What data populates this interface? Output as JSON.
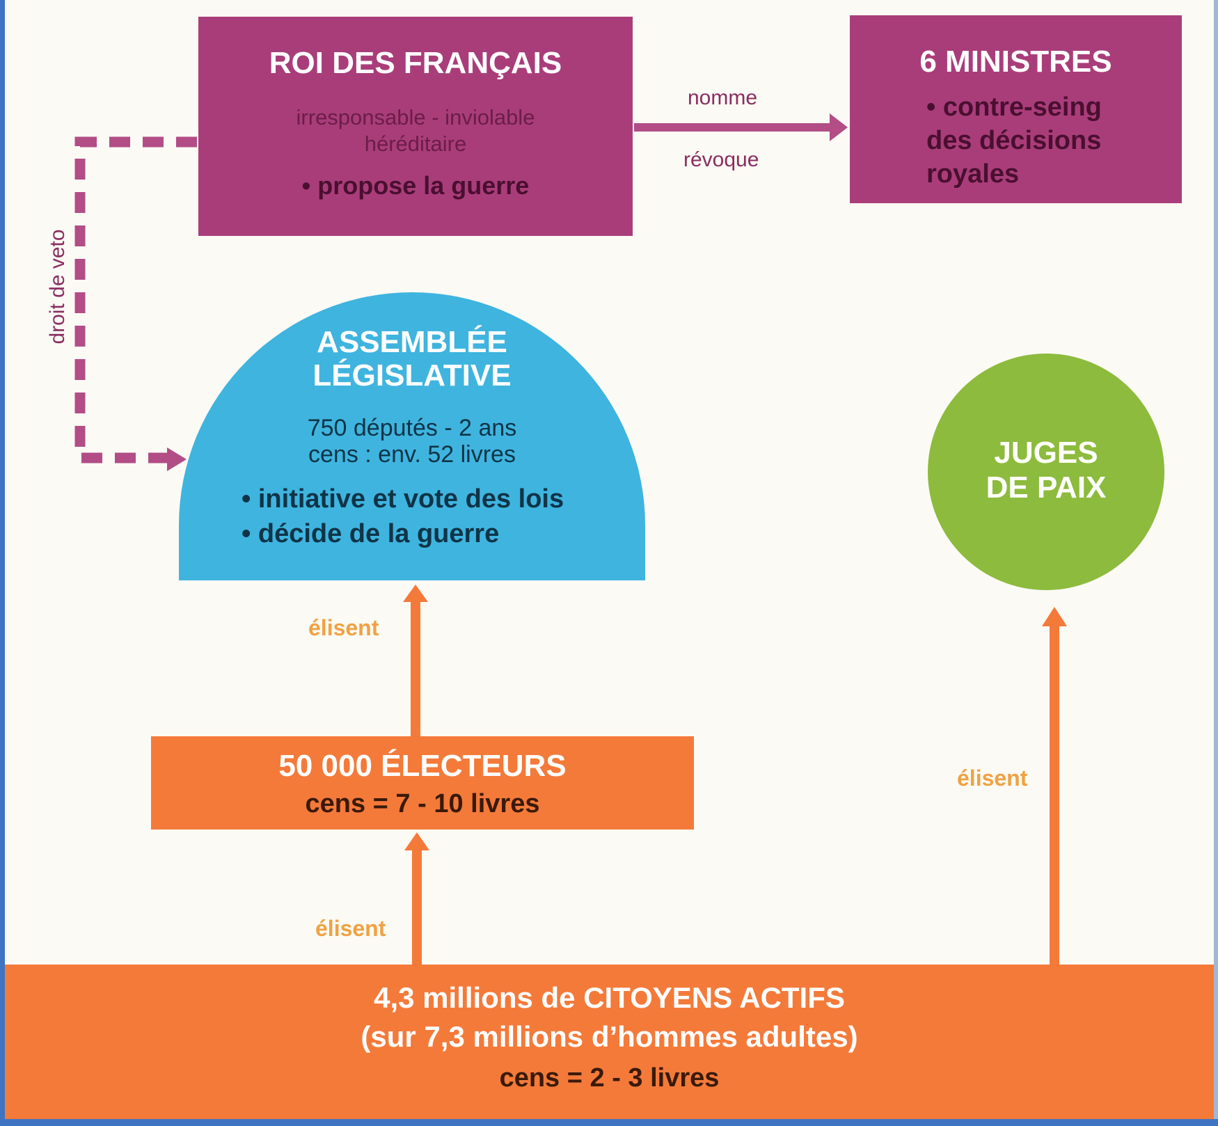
{
  "roi": {
    "title": "ROI DES FRANÇAIS",
    "sub1": "irresponsable - inviolable",
    "sub2": "héréditaire",
    "bullet": "• propose la guerre"
  },
  "ministres": {
    "title": "6 MINISTRES",
    "bullet1": "• contre-seing",
    "bullet2": "des décisions",
    "bullet3": "royales"
  },
  "links": {
    "nomme": "nomme",
    "revoque": "révoque",
    "veto": "droit de veto",
    "elisent": "élisent"
  },
  "assemblee": {
    "title1": "ASSEMBLÉE",
    "title2": "LÉGISLATIVE",
    "sub1": "750 députés - 2 ans",
    "sub2": "cens : env. 52 livres",
    "bullet1": "• initiative et vote des lois",
    "bullet2": "• décide de la guerre"
  },
  "juges": {
    "title1": "JUGES",
    "title2": "DE PAIX"
  },
  "electeurs": {
    "title": "50 000 ÉLECTEURS",
    "sub": "cens = 7 - 10 livres"
  },
  "citoyens": {
    "line1": "4,3 millions de CITOYENS ACTIFS",
    "line2": "(sur 7,3 millions d’hommes adultes)",
    "line3": "cens = 2 - 3 livres"
  },
  "colors": {
    "magenta": "#a93d7a",
    "blue": "#3fb4df",
    "green": "#8dbb3d",
    "orange": "#f47a3a",
    "dashed_veto": "#b24d86"
  }
}
